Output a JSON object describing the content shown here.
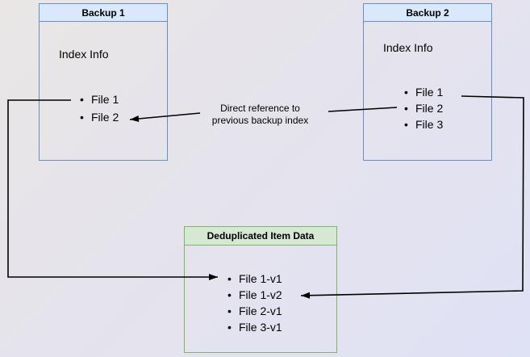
{
  "diagram": {
    "boxes": {
      "backup1": {
        "title": "Backup 1",
        "body_text": "Index Info",
        "items": [
          "File 1",
          "File 2"
        ]
      },
      "backup2": {
        "title": "Backup 2",
        "body_text": "Index Info",
        "items": [
          "File 1",
          "File 2",
          "File 3"
        ]
      },
      "dedup": {
        "title": "Deduplicated Item Data",
        "items": [
          "File 1-v1",
          "File 1-v2",
          "File 2-v1",
          "File 3-v1"
        ]
      }
    },
    "labels": {
      "direct_reference": {
        "line1": "Direct reference to",
        "line2": "previous backup index"
      }
    },
    "bullet": "•",
    "colors": {
      "blue_header_fill": "#dae8fc",
      "blue_border": "#6c8ebf",
      "green_header_fill": "#d5e8d4",
      "green_border": "#82b366",
      "connector": "#000000",
      "background_top_left": "#e9e6e5",
      "background_bottom_right": "#dfe1f5"
    }
  }
}
